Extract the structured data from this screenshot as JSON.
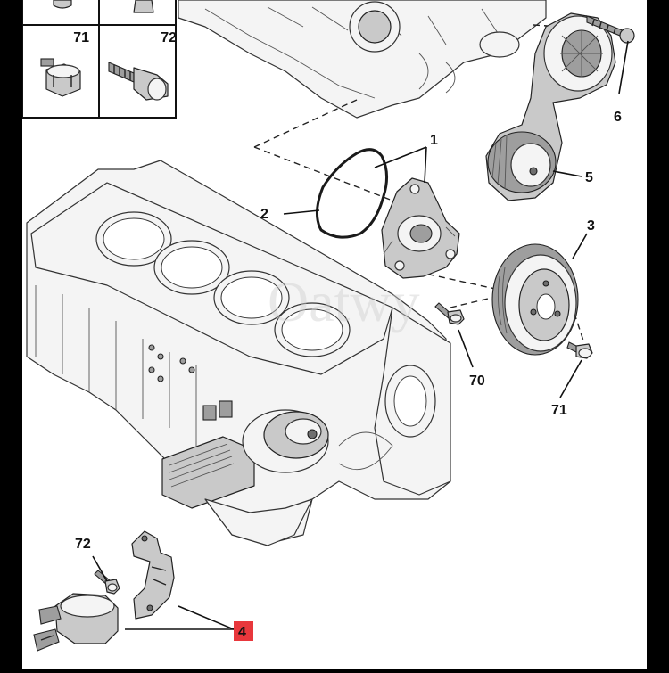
{
  "callouts": {
    "c1": "1",
    "c2": "2",
    "c3": "3",
    "c4": "4",
    "c5": "5",
    "c6": "6",
    "c70": "70",
    "c71_right": "71",
    "c72_lower": "72",
    "legend_71": "71",
    "legend_72": "72"
  },
  "highlight_color": "#e8373c",
  "background": "#ffffff",
  "frame": "#000000",
  "watermark": "Oatwy"
}
